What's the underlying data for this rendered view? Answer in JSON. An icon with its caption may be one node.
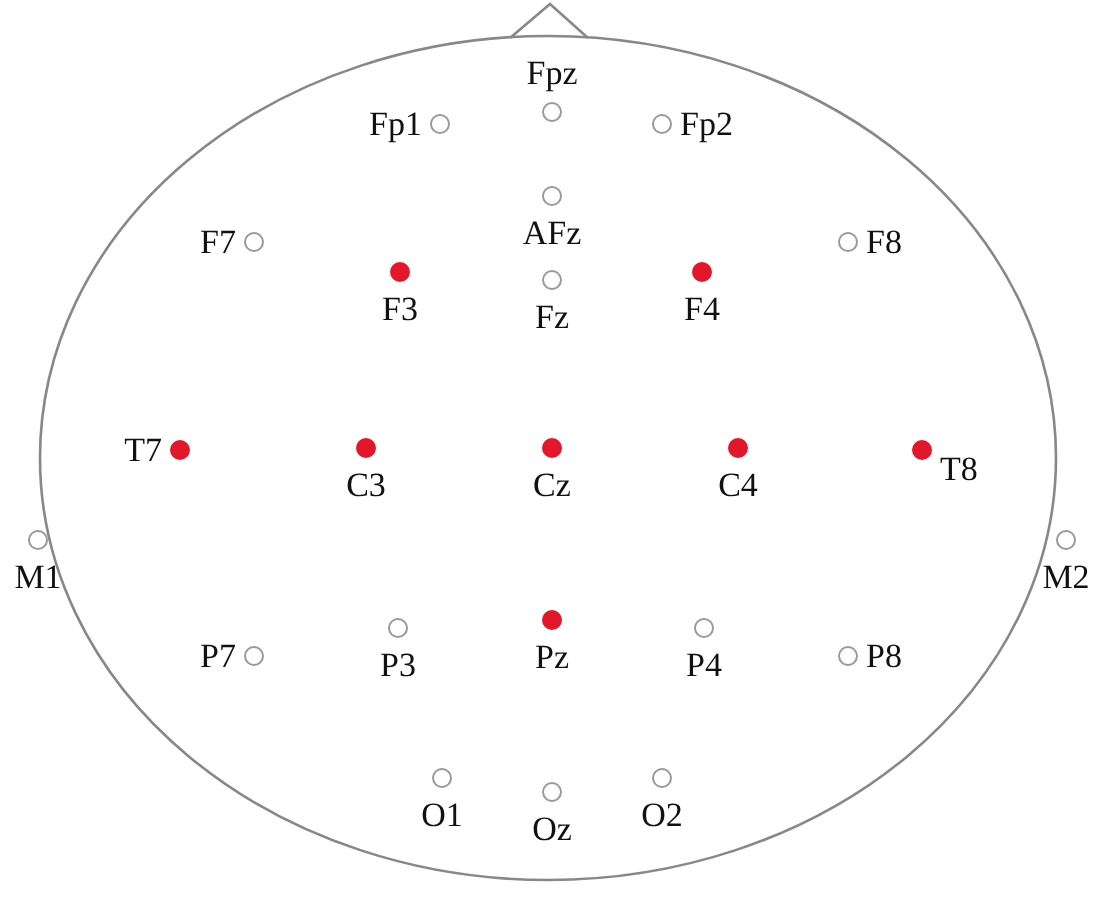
{
  "diagram": {
    "labels": [
      "Fpz",
      "Fp1",
      "Fp2",
      "F7",
      "AFz",
      "F8",
      "F3",
      "Fz",
      "F4",
      "T7",
      "C3",
      "Cz",
      "C4",
      "T8",
      "M1",
      "M2",
      "P7",
      "P3",
      "Pz",
      "P4",
      "P8",
      "O1",
      "Oz",
      "O2"
    ]
  }
}
